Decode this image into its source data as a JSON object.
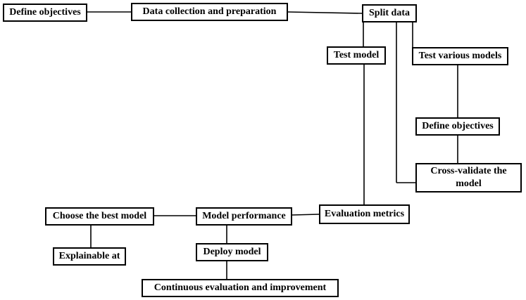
{
  "diagram": {
    "nodes": {
      "define_objectives_top": "Define objectives",
      "data_collection": "Data collection and preparation",
      "split_data": "Split data",
      "test_model": "Test model",
      "test_various_models": "Test various models",
      "define_objectives_mid": "Define objectives",
      "cross_validate": "Cross-validate the model",
      "evaluation_metrics": "Evaluation metrics",
      "model_performance": "Model performance",
      "choose_best_model": "Choose the best model",
      "explainable": "Explainable at",
      "deploy_model": "Deploy model",
      "continuous_evaluation": "Continuous evaluation and improvement"
    }
  }
}
